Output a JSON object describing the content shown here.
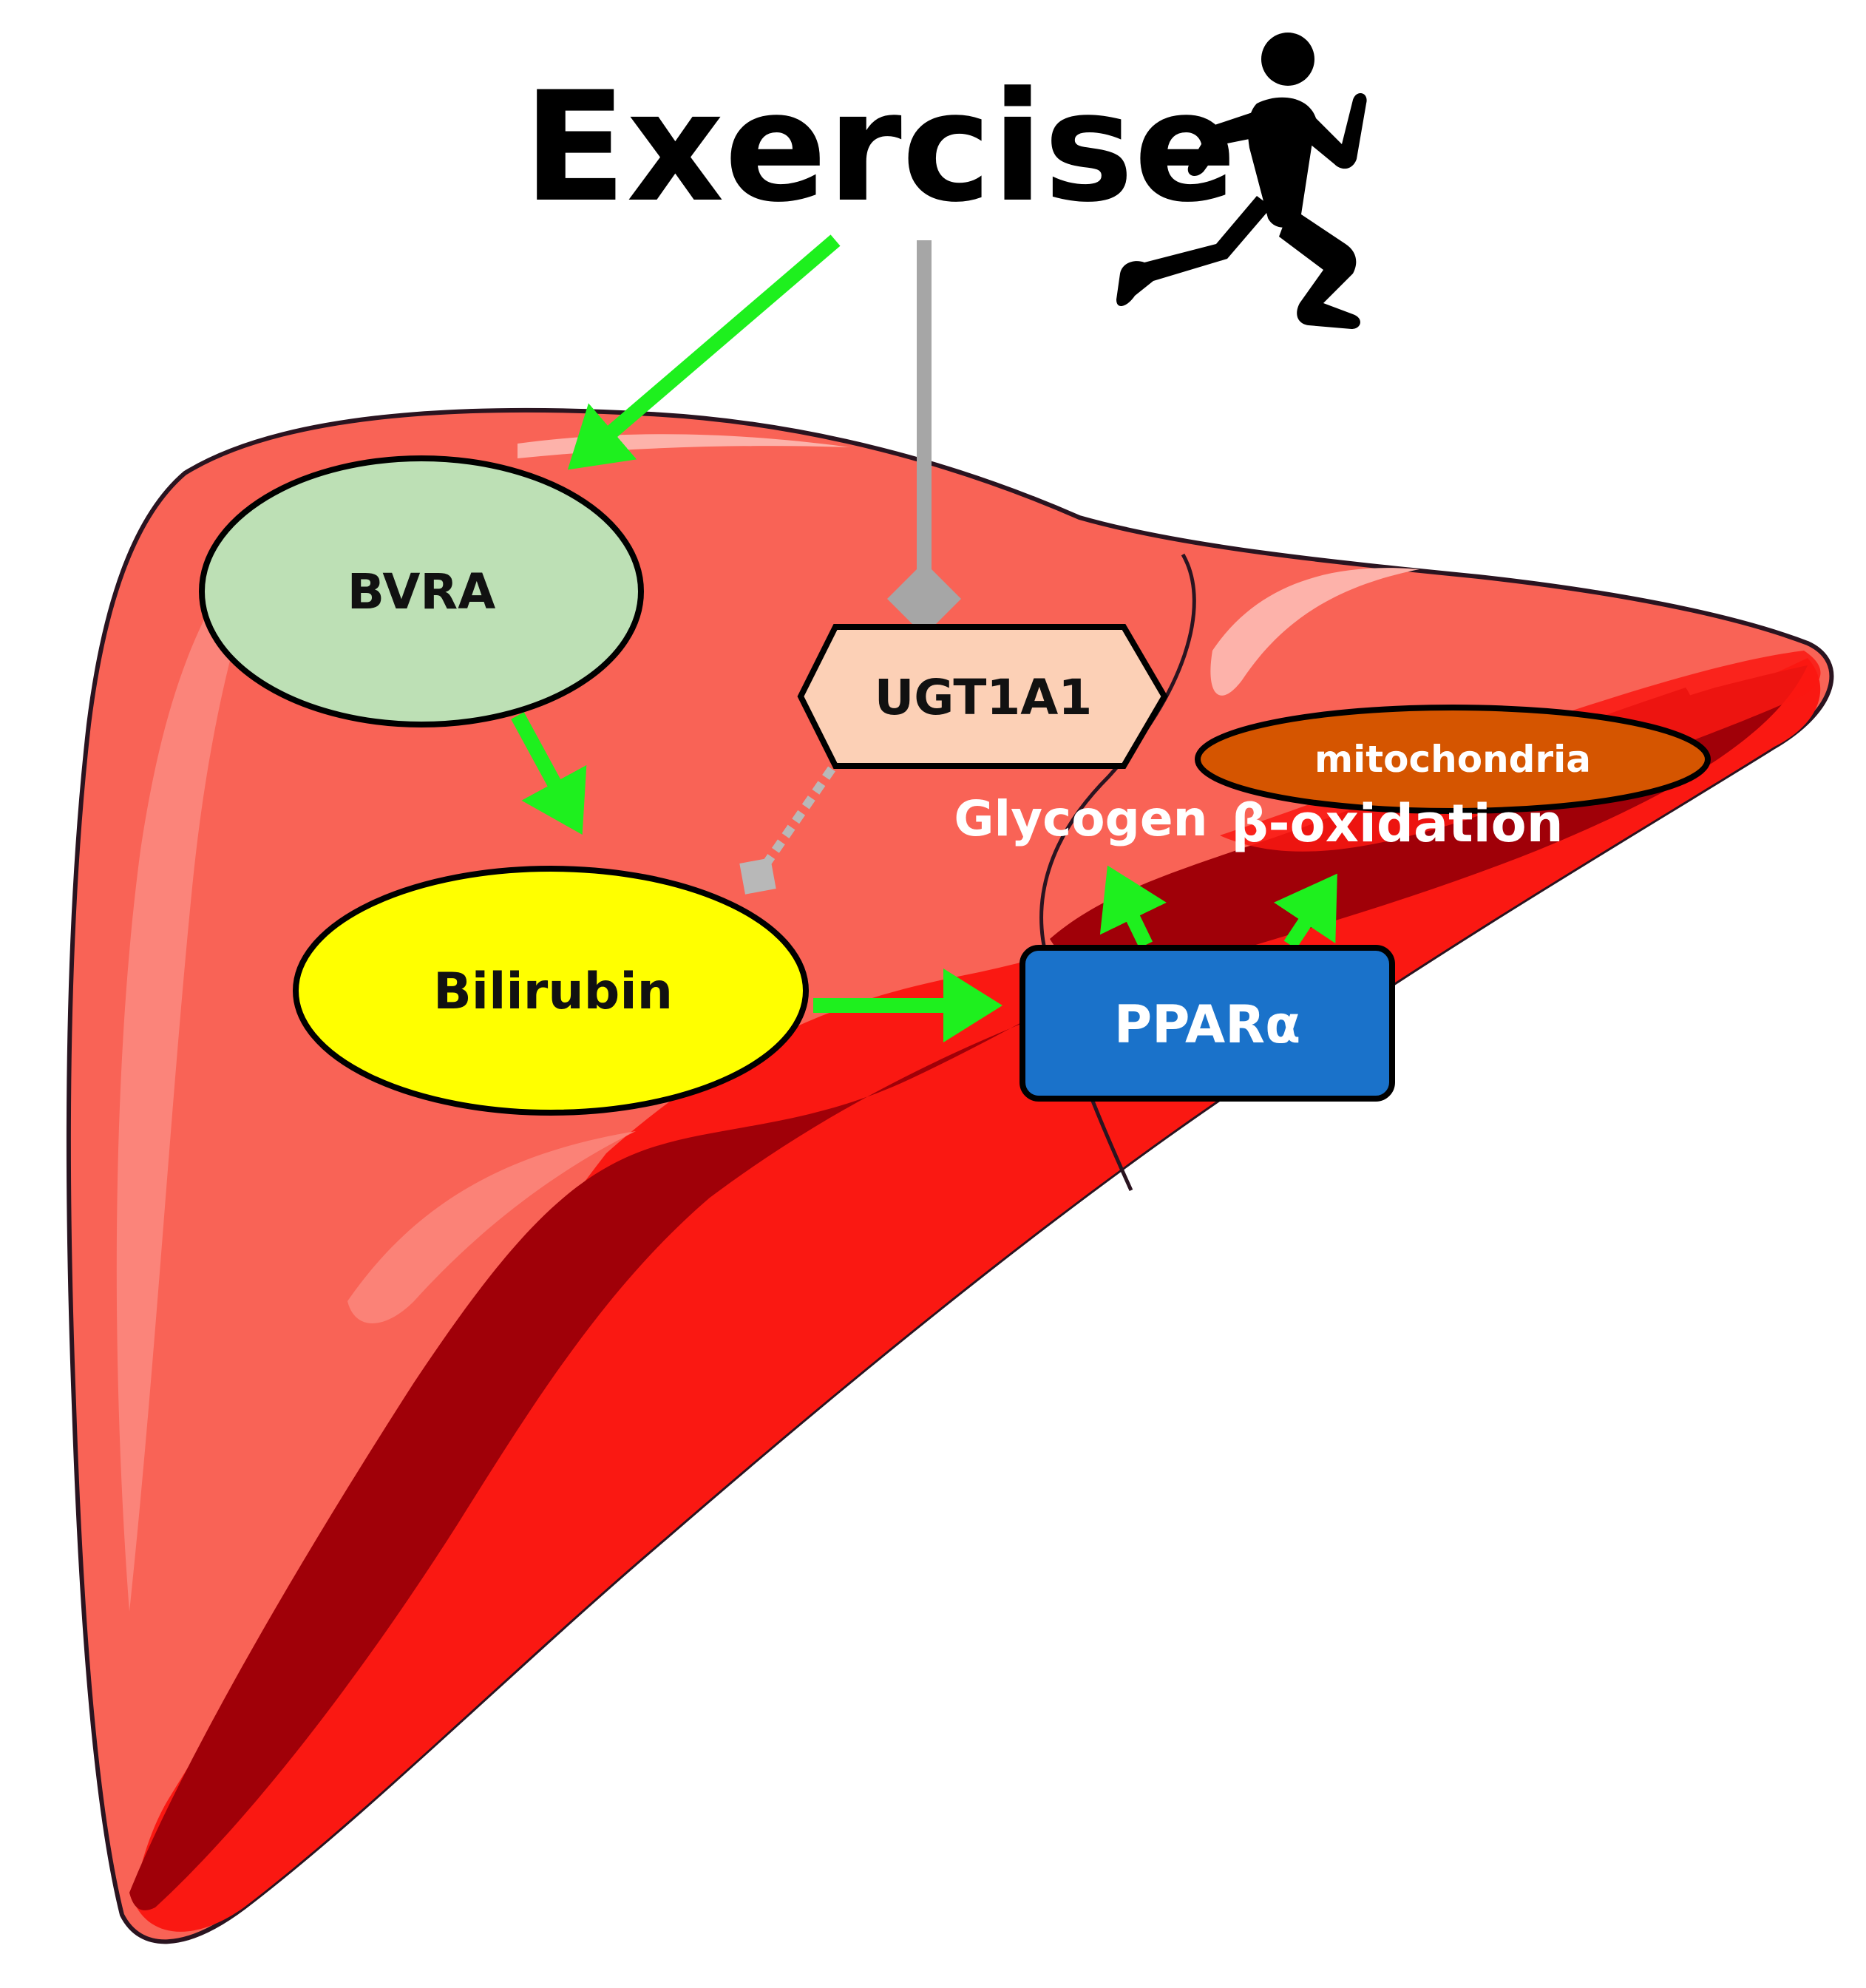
{
  "title": "Exercise",
  "nodes": {
    "bvra": "BVRA",
    "ugt1a1": "UGT1A1",
    "bilirubin": "Bilirubin",
    "ppara": "PPARα",
    "mitochondria": "mitochondria",
    "glycogen": "Glycogen",
    "beta_oxidation": "β-oxidation"
  },
  "colors": {
    "liver_main": "#f96356",
    "liver_light": "#fb8a80",
    "liver_dark": "#a00008",
    "liver_bright": "#fa1812",
    "outline": "#2a1420",
    "activation_arrow": "#1ef01e",
    "exercise_ugt_arrow": "#a6a6a6",
    "bvra_fill": "#bde0b5",
    "ugt1a1_fill": "#fcd0b6",
    "bilirubin_fill": "#ffff00",
    "ppara_fill": "#1a72ca",
    "mitochondria_fill": "#d55500"
  },
  "icons": {
    "runner": "running-person-icon"
  }
}
